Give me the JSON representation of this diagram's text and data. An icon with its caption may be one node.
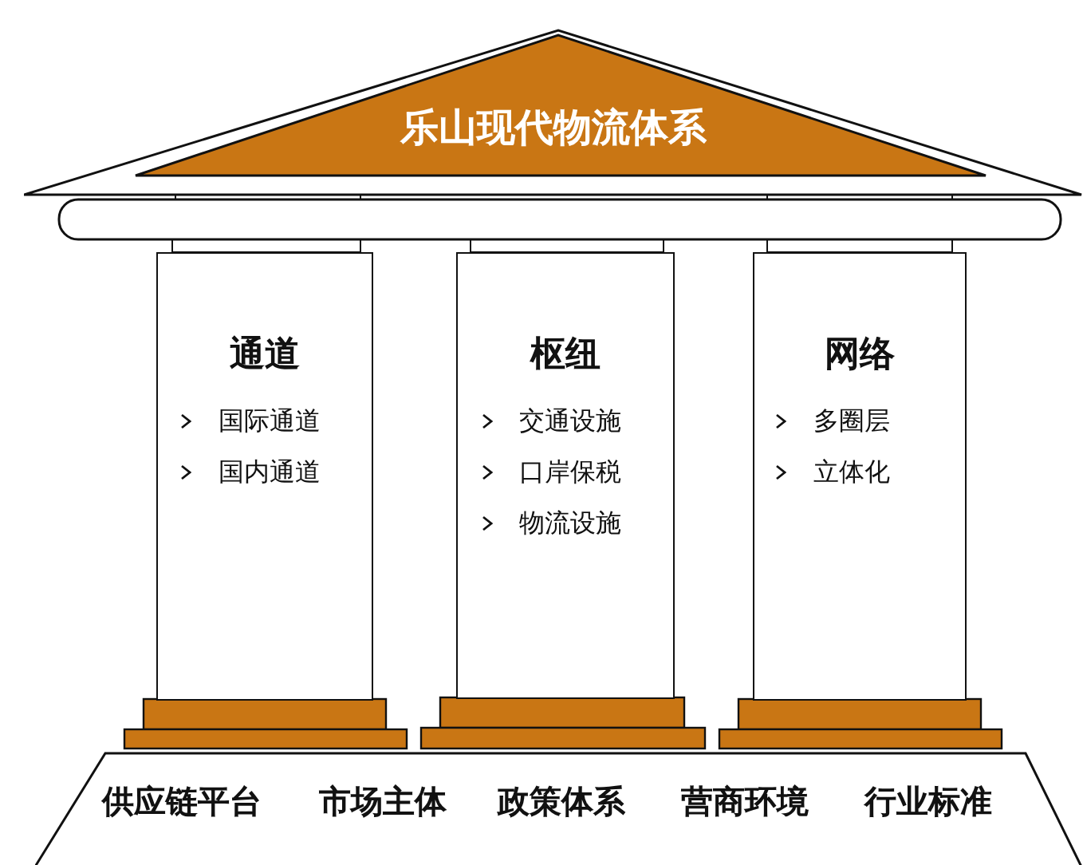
{
  "diagram": {
    "nodes": [
      {
        "text": [
          "乐山现代物流体系"
        ]
      },
      {
        "text": [
          "通道",
          "国际通道",
          "国内通道"
        ]
      },
      {
        "text": [
          "枢纽",
          "交通设施",
          "口岸保税",
          "物流设施"
        ]
      },
      {
        "text": [
          "网络",
          "多圈层",
          "立体化"
        ]
      },
      {
        "text": [
          "供应链平台",
          "市场主体",
          "政策体系",
          "营商环境",
          "行业标准"
        ]
      }
    ]
  }
}
